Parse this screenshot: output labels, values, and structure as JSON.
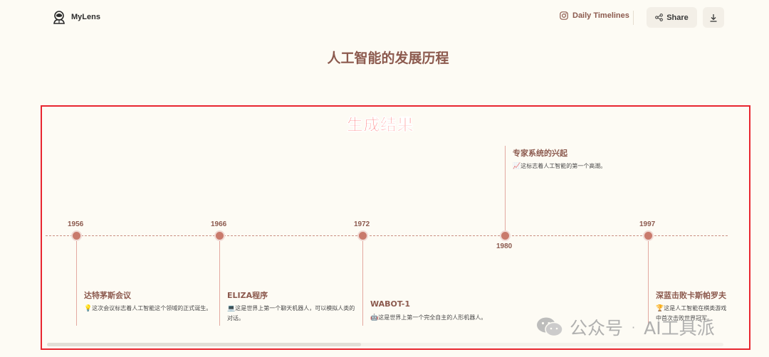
{
  "header": {
    "brand": "MyLens",
    "nav_link": "Daily Timelines",
    "share_label": "Share"
  },
  "page_title": "人工智能的发展历程",
  "annotation_label": "生成结果",
  "timeline": {
    "events": [
      {
        "year": "1956",
        "title": "达特茅斯会议",
        "emoji": "💡",
        "desc": "这次会议标志着人工智能这个领域的正式诞生。"
      },
      {
        "year": "1966",
        "title": "ELIZA程序",
        "emoji": "💻",
        "desc": "这是世界上第一个聊天机器人，可以模拟人类的对话。"
      },
      {
        "year": "1972",
        "title": "WABOT-1",
        "emoji": "🤖",
        "desc": "这是世界上第一个完全自主的人形机器人。"
      },
      {
        "year": "1980",
        "title": "专家系统的兴起",
        "emoji": "📈",
        "desc": "这标志着人工智能的第一个高潮。"
      },
      {
        "year": "1997",
        "title": "深蓝击败卡斯帕罗夫",
        "emoji": "🏆",
        "desc": "这是人工智能在棋类游戏中首次击败世界冠军。"
      }
    ]
  },
  "watermark": {
    "text_left": "公众号",
    "separator": "·",
    "text_right": "AI工具派"
  },
  "colors": {
    "accent": "#8c5a4e",
    "dot": "#c97a6c",
    "annotation": "#e8262f"
  }
}
